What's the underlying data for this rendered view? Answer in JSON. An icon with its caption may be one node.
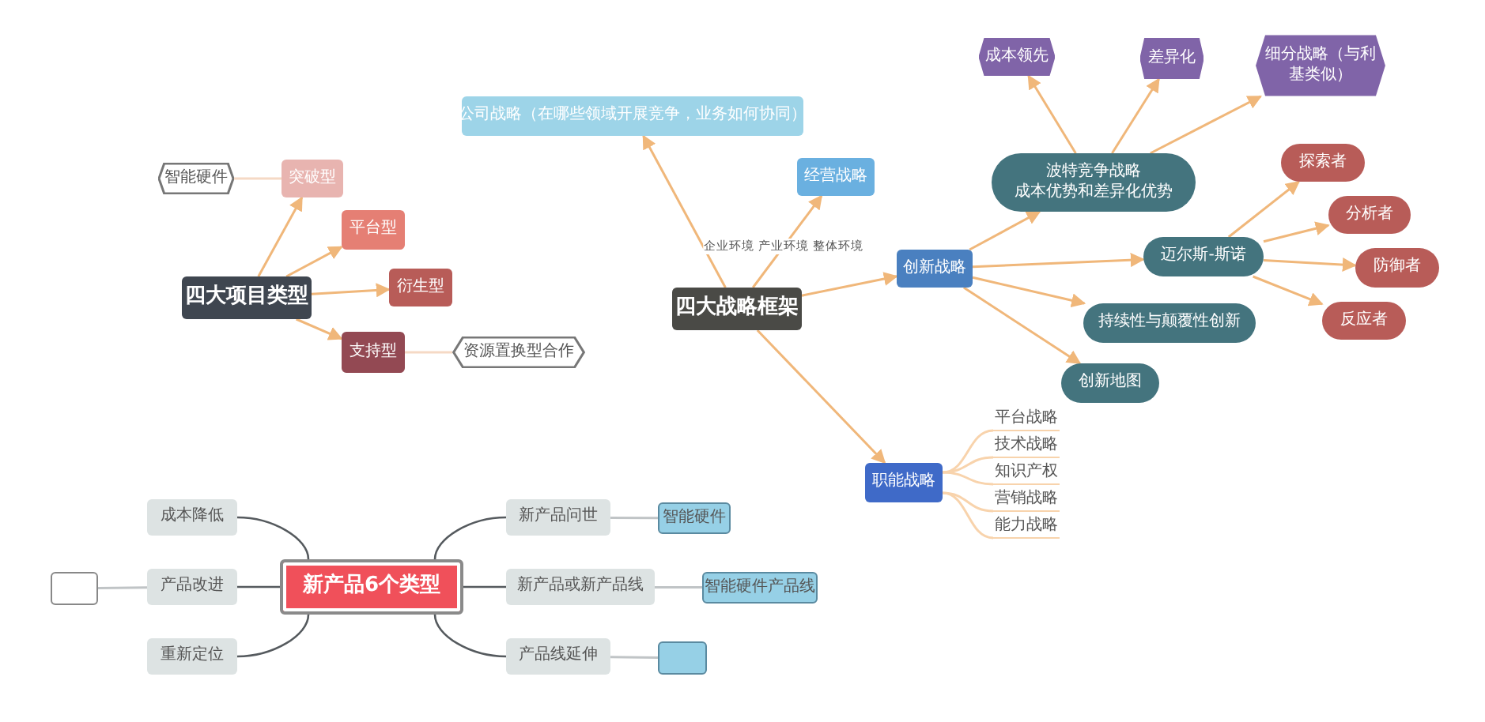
{
  "diagram": {
    "nodes": [
      {
        "text": [
          "四大项目类型"
        ]
      },
      {
        "text": [
          "突破型"
        ]
      },
      {
        "text": [
          "平台型"
        ]
      },
      {
        "text": [
          "衍生型"
        ]
      },
      {
        "text": [
          "支持型"
        ]
      },
      {
        "text": [
          "智能硬件"
        ]
      },
      {
        "text": [
          "资源置换型合作"
        ]
      },
      {
        "text": [
          "四大战略框架"
        ]
      },
      {
        "text": [
          "公司战略（在哪些领域开展竞争，业务如何协同）"
        ]
      },
      {
        "text": [
          "经营战略"
        ]
      },
      {
        "text": [
          "创新战略"
        ]
      },
      {
        "text": [
          "职能战略"
        ]
      },
      {
        "text": [
          "波特竞争战略",
          "成本优势和差异化优势"
        ]
      },
      {
        "text": [
          "成本领先"
        ]
      },
      {
        "text": [
          "差异化"
        ]
      },
      {
        "text": [
          "细分战略（与利基类似）"
        ]
      },
      {
        "text": [
          "迈尔斯-斯诺"
        ]
      },
      {
        "text": [
          "持续性与颠覆性创新"
        ]
      },
      {
        "text": [
          "创新地图"
        ]
      },
      {
        "text": [
          "探索者"
        ]
      },
      {
        "text": [
          "分析者"
        ]
      },
      {
        "text": [
          "防御者"
        ]
      },
      {
        "text": [
          "反应者"
        ]
      },
      {
        "text": [
          "平台战略"
        ]
      },
      {
        "text": [
          "技术战略"
        ]
      },
      {
        "text": [
          "知识产权"
        ]
      },
      {
        "text": [
          "营销战略"
        ]
      },
      {
        "text": [
          "能力战略"
        ]
      },
      {
        "text": [
          "新产品6个类型"
        ]
      },
      {
        "text": [
          "成本降低"
        ]
      },
      {
        "text": [
          "产品改进"
        ]
      },
      {
        "text": [
          "重新定位"
        ]
      },
      {
        "text": [],
        "shape": "box"
      },
      {
        "text": [
          "新产品问世"
        ]
      },
      {
        "text": [
          "新产品或新产品线"
        ]
      },
      {
        "text": [
          "产品线延伸"
        ]
      },
      {
        "text": [
          "智能硬件"
        ]
      },
      {
        "text": [
          "智能硬件产品线"
        ]
      },
      {
        "text": [],
        "shape": "box"
      }
    ],
    "edges": [
      {
        "from": 0,
        "to": 1,
        "arrow": "to"
      },
      {
        "from": 0,
        "to": 2,
        "arrow": "to"
      },
      {
        "from": 0,
        "to": 3,
        "arrow": "to"
      },
      {
        "from": 0,
        "to": 4,
        "arrow": "to"
      },
      {
        "from": 1,
        "to": 5,
        "arrow": "none",
        "color": "#f5d9c5"
      },
      {
        "from": 4,
        "to": 6,
        "arrow": "none",
        "color": "#f5d9c5"
      },
      {
        "from": 7,
        "to": 8,
        "arrow": "to"
      },
      {
        "from": 7,
        "to": 9,
        "arrow": "to",
        "label": "企业环境 产业环境 整体环境"
      },
      {
        "from": 7,
        "to": 10,
        "arrow": "to"
      },
      {
        "from": 7,
        "to": 11,
        "arrow": "to"
      },
      {
        "from": 10,
        "to": 12,
        "arrow": "to"
      },
      {
        "from": 10,
        "to": 16,
        "arrow": "to"
      },
      {
        "from": 10,
        "to": 17,
        "arrow": "to"
      },
      {
        "from": 10,
        "to": 18,
        "arrow": "to"
      },
      {
        "from": 12,
        "to": 13,
        "arrow": "to"
      },
      {
        "from": 12,
        "to": 14,
        "arrow": "to"
      },
      {
        "from": 12,
        "to": 15,
        "arrow": "to"
      },
      {
        "from": 16,
        "to": 19,
        "arrow": "to"
      },
      {
        "from": 16,
        "to": 20,
        "arrow": "to"
      },
      {
        "from": 16,
        "to": 21,
        "arrow": "to"
      },
      {
        "from": 16,
        "to": 22,
        "arrow": "to"
      },
      {
        "from": 11,
        "to": 23,
        "arrow": "none",
        "color": "#f8d3ac"
      },
      {
        "from": 11,
        "to": 24,
        "arrow": "none",
        "color": "#f8d3ac"
      },
      {
        "from": 11,
        "to": 25,
        "arrow": "none",
        "color": "#f8d3ac"
      },
      {
        "from": 11,
        "to": 26,
        "arrow": "none",
        "color": "#f8d3ac"
      },
      {
        "from": 11,
        "to": 27,
        "arrow": "none",
        "color": "#f8d3ac"
      },
      {
        "from": 28,
        "to": 29,
        "arrow": "none",
        "color": "#555a5e"
      },
      {
        "from": 28,
        "to": 30,
        "arrow": "none",
        "color": "#555a5e"
      },
      {
        "from": 28,
        "to": 31,
        "arrow": "none",
        "color": "#555a5e"
      },
      {
        "from": 28,
        "to": 33,
        "arrow": "none",
        "color": "#555a5e"
      },
      {
        "from": 28,
        "to": 34,
        "arrow": "none",
        "color": "#555a5e"
      },
      {
        "from": 28,
        "to": 35,
        "arrow": "none",
        "color": "#555a5e"
      },
      {
        "from": 30,
        "to": 32,
        "arrow": "none",
        "color": "#c0c4c6"
      },
      {
        "from": 33,
        "to": 36,
        "arrow": "none",
        "color": "#c0c4c6"
      },
      {
        "from": 34,
        "to": 37,
        "arrow": "none",
        "color": "#c0c4c6"
      },
      {
        "from": 35,
        "to": 38,
        "arrow": "none",
        "color": "#c0c4c6"
      }
    ]
  }
}
